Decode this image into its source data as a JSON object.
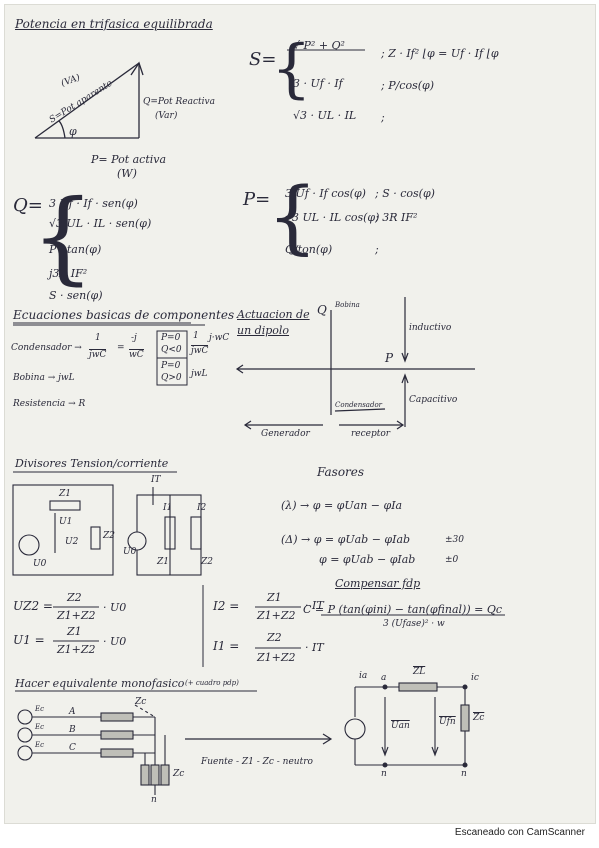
{
  "section1": {
    "title": "Potencia en trifasica equilibrada",
    "triangle": {
      "va": "(VA)",
      "hyp": "S=Pot aparente",
      "q_label": "Q=Pot Reactiva",
      "q_unit": "(Var)",
      "angle": "φ",
      "p_label": "P= Pot activa",
      "p_unit": "(W)"
    },
    "s_eq": {
      "lhs": "S=",
      "rows": [
        "√ P² + Q²",
        "3 · Uf · If",
        "√3 · UL · IL"
      ],
      "right": [
        "; Z · If² ⌊φ = Uf · If ⌊φ",
        "; P/cos(φ)",
        ";"
      ]
    },
    "q_eq": {
      "lhs": "Q=",
      "rows": [
        "3 Uf · If · sen(φ)",
        "√3 UL · IL · sen(φ)",
        "P · tan(φ)",
        "j3X IF²",
        "S · sen(φ)"
      ]
    },
    "p_eq": {
      "lhs": "P=",
      "rows": [
        "3 Uf · If cos(φ)",
        "√3 UL · IL cos(φ)",
        "Q/ton(φ)"
      ],
      "right": [
        "; S · cos(φ)",
        "; 3R IF²",
        ";"
      ]
    }
  },
  "section2": {
    "title": "Ecuaciones basicas de componentes",
    "cond": "Condensador →",
    "frac1": {
      "num": "1",
      "den": "jwC"
    },
    "frac2": {
      "num": "-j",
      "den": "wC"
    },
    "box_top": [
      "P=0",
      "Q<0"
    ],
    "box_frac": {
      "num": "1",
      "den": "jwC"
    },
    "box_tag": "j·wC",
    "bob": "Bobina → jwL",
    "box_bottom": [
      "P=0",
      "Q>0"
    ],
    "box_tag2": "jwL",
    "res": "Resistencia → R"
  },
  "section3": {
    "title": "Actuacion de un dipolo",
    "q_axis": "Q",
    "bobina": "Bobina",
    "inductivo": "inductivo",
    "p_axis": "P",
    "capacitivo": "Capacitivo",
    "condensador": "Condensador",
    "generador": "Generador",
    "receptor": "receptor"
  },
  "section4": {
    "title": "Divisores Tension/corriente",
    "z1": "Z1",
    "u1": "U1",
    "u2": "U2",
    "z2": "Z2",
    "u0": "U0",
    "it": "IT",
    "i1": "I1",
    "i2": "I2",
    "z1b": "Z1",
    "z2b": "Z2",
    "u0b": "U0",
    "eq_u2": {
      "lhs": "UZ2 =",
      "num": "Z2",
      "den": "Z1+Z2",
      "rhs": "· U0"
    },
    "eq_u1": {
      "lhs": "U1 =",
      "num": "Z1",
      "den": "Z1+Z2",
      "rhs": "· U0"
    },
    "eq_i2": {
      "lhs": "I2 =",
      "num": "Z1",
      "den": "Z1+Z2",
      "rhs": "· IT"
    },
    "eq_i1": {
      "lhs": "I1 =",
      "num": "Z2",
      "den": "Z1+Z2",
      "rhs": "· IT"
    }
  },
  "section5": {
    "title": "Fasores",
    "l1": "(λ) → φ = φUan − φIa",
    "l2": "(Δ) → φ = φUab − φIab",
    "l2_note": "±30",
    "l3": "φ = φUab − φIab",
    "l3_note": "±0"
  },
  "section6": {
    "title": "Compensar fdp",
    "eq": "C = P (tan(φini) − tan(φfinal)) = Qc",
    "den": "3 (Ufase)² · w"
  },
  "section7": {
    "title": "Hacer equivalente monofasico",
    "note": "(+ cuadro pdp)",
    "zc_top": "Zc",
    "a": "A",
    "b": "B",
    "c": "C",
    "ec": [
      "Ec",
      "Ec",
      "Ec"
    ],
    "zc_side": "Zc",
    "n": "n",
    "caption": "Fuente - Z1 - Zc - neutro",
    "mono": {
      "ia": "ia",
      "a": "a",
      "zl": "ZL",
      "ic": "ic",
      "uan": "Uan",
      "ufn": "Ufn",
      "zc": "Zc",
      "n1": "n",
      "n2": "n"
    }
  },
  "footer": "Escaneado con CamScanner"
}
